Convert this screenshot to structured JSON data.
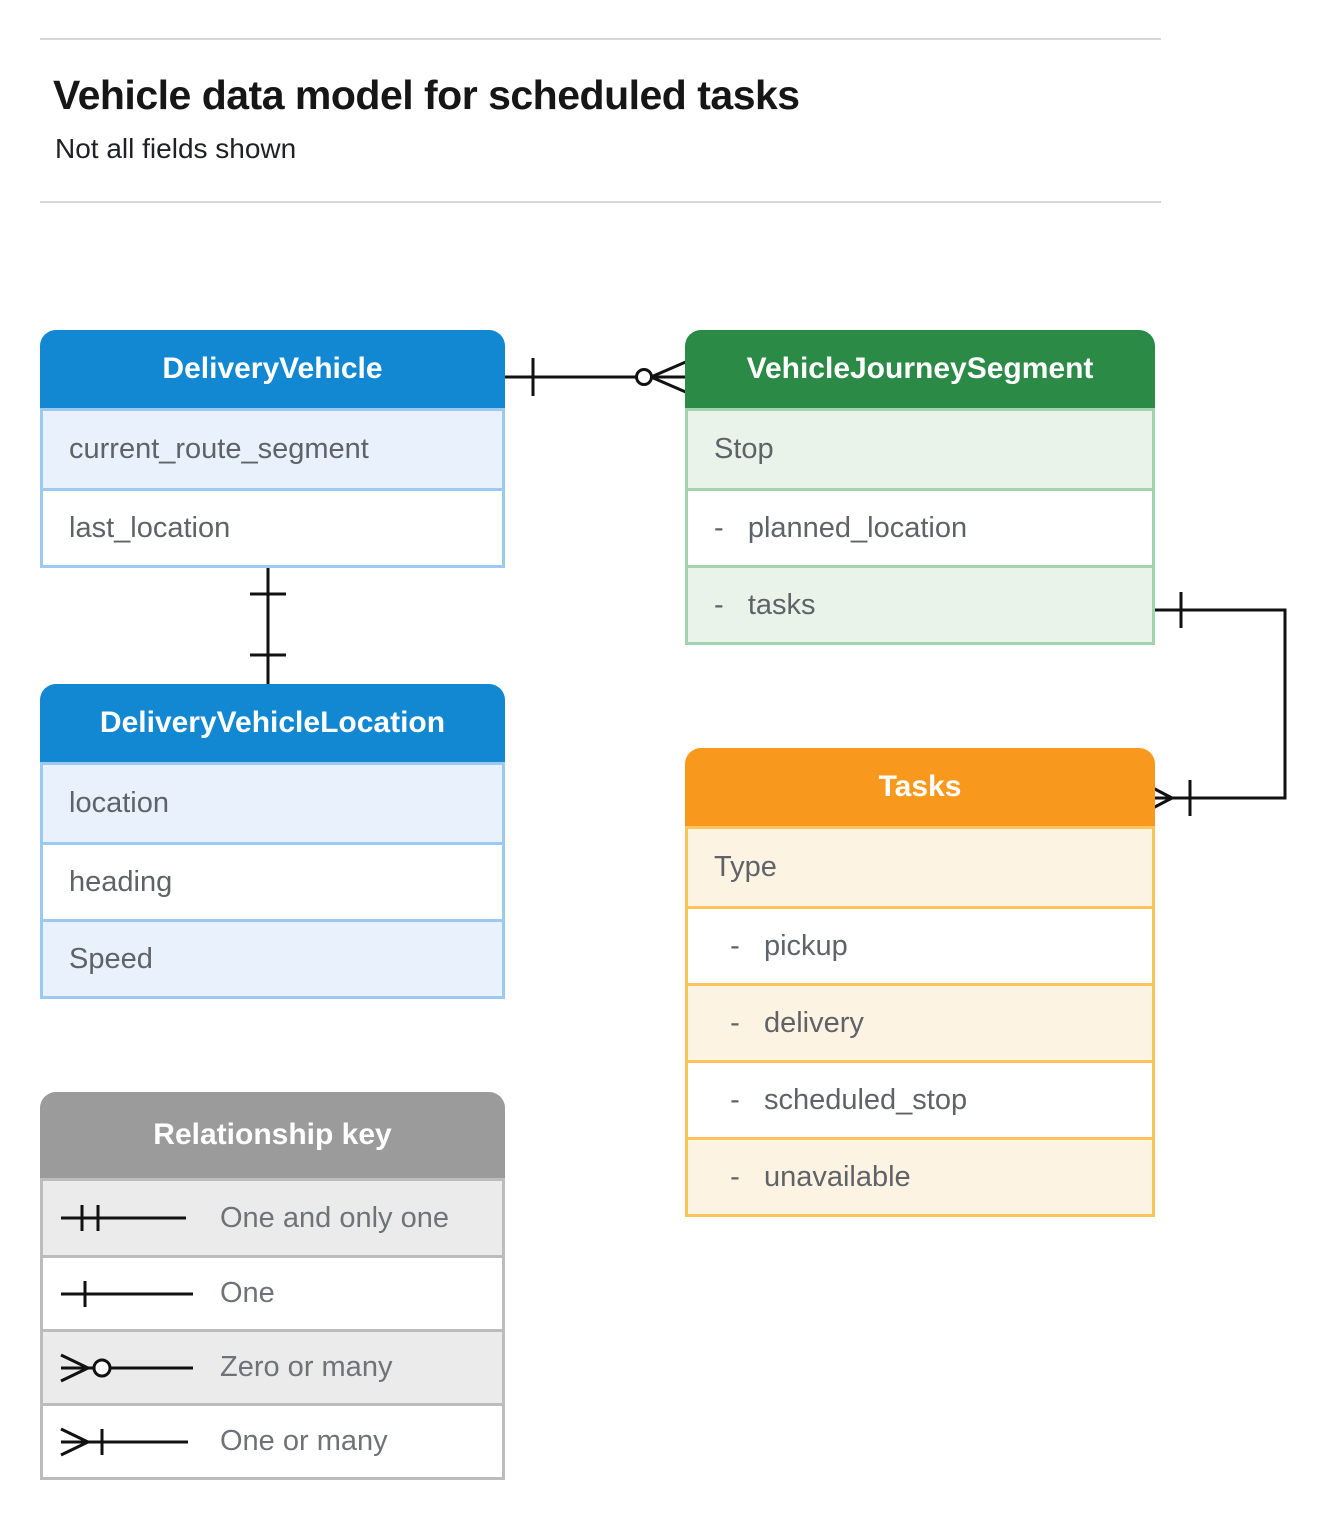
{
  "page": {
    "title": "Vehicle data model for scheduled tasks",
    "subtitle": "Not all fields shown"
  },
  "colors": {
    "blue_header": "#1287d2",
    "blue_row_tint": "#e8f1fc",
    "blue_border": "#9cc9ef",
    "green_header": "#2c8a47",
    "green_row_tint": "#e9f3ea",
    "green_border": "#a3d3ae",
    "orange_header": "#f8991d",
    "orange_row_tint": "#fdf3e3",
    "orange_border": "#fcc35c",
    "gray_header": "#9b9b9b",
    "gray_row_tint": "#ebebeb",
    "connector_line": "#111111",
    "field_text": "#5f6368"
  },
  "entities": [
    {
      "id": "delivery-vehicle",
      "title": "DeliveryVehicle",
      "theme": "blue",
      "fields": [
        "current_route_segment",
        "last_location"
      ]
    },
    {
      "id": "vehicle-journey-segment",
      "title": "VehicleJourneySegment",
      "theme": "green",
      "fields": [
        "Stop",
        "-   planned_location",
        "-   tasks"
      ]
    },
    {
      "id": "delivery-vehicle-location",
      "title": "DeliveryVehicleLocation",
      "theme": "blue",
      "fields": [
        "location",
        "heading",
        "Speed"
      ]
    },
    {
      "id": "tasks",
      "title": "Tasks",
      "theme": "orange",
      "fields": [
        "Type",
        "  -   pickup",
        "  -   delivery",
        "  -   scheduled_stop",
        "  -   unavailable"
      ]
    }
  ],
  "relationships": [
    {
      "from": "DeliveryVehicle",
      "to": "VehicleJourneySegment",
      "from_cardinality": "one",
      "to_cardinality": "zero-or-many"
    },
    {
      "from": "DeliveryVehicle",
      "to": "DeliveryVehicleLocation",
      "from_cardinality": "one",
      "to_cardinality": "one"
    },
    {
      "from": "VehicleJourneySegment.tasks",
      "to": "Tasks",
      "from_cardinality": "one",
      "to_cardinality": "one-or-many"
    }
  ],
  "legend": {
    "title": "Relationship key",
    "items": [
      {
        "symbol": "one-and-only-one",
        "label": "One and only one"
      },
      {
        "symbol": "one",
        "label": "One"
      },
      {
        "symbol": "zero-or-many",
        "label": "Zero or many"
      },
      {
        "symbol": "one-or-many",
        "label": "One or many"
      }
    ]
  }
}
